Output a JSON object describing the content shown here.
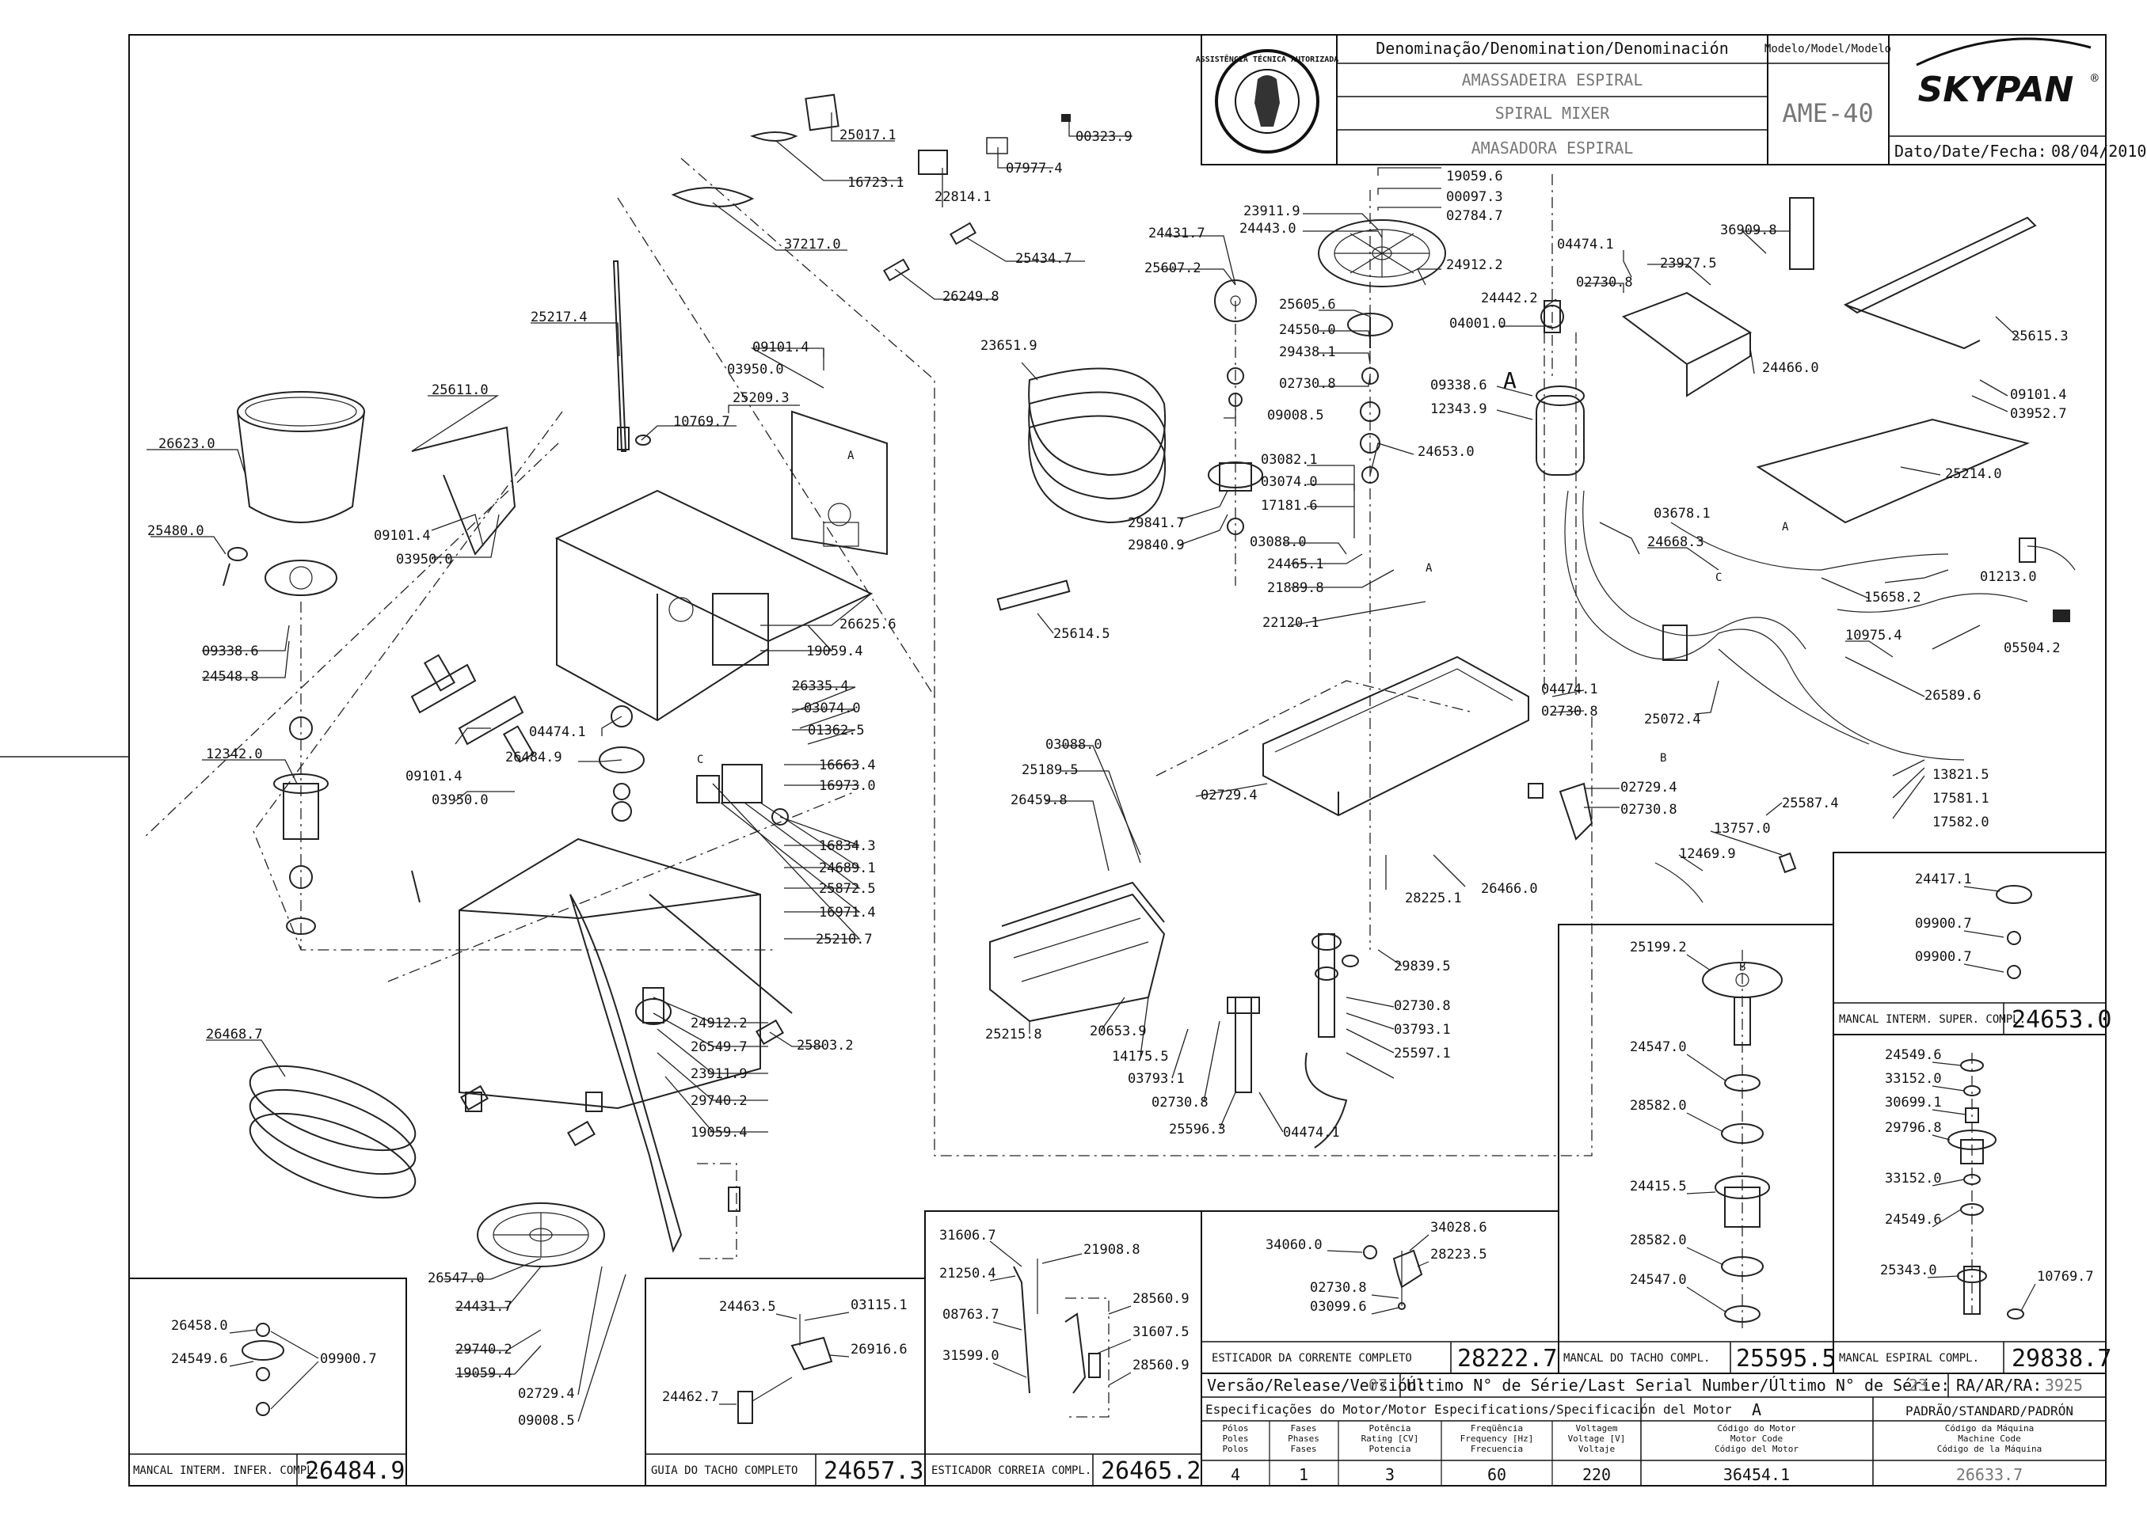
{
  "title_block": {
    "denomination_header": "Denominação/Denomination/Denominación",
    "name_pt": "AMASSADEIRA ESPIRAL",
    "name_en": "SPIRAL MIXER",
    "name_es": "AMASADORA ESPIRAL",
    "model_header": "Modelo/Model/Modelo",
    "model": "AME-40",
    "brand": "SKYPAN",
    "date_label": "Dato/Date/Fecha:",
    "date": "08/04/2010",
    "seal_text": "ASSISTÊNCIA TÉCNICA AUTORIZADA"
  },
  "parts": {
    "p1": "25017.1",
    "p2": "16723.1",
    "p3": "22814.1",
    "p4": "07977.4",
    "p5": "00323.9",
    "p6": "37217.0",
    "p7": "25434.7",
    "p8": "26249.8",
    "p9": "25217.4",
    "p10": "09101.4",
    "p11": "03950.0",
    "p12": "25209.3",
    "p13": "10769.7",
    "p14": "25611.0",
    "p15": "26623.0",
    "p16": "25480.0",
    "p17": "09101.4",
    "p18": "03950.0",
    "p19": "09338.6",
    "p20": "24548.8",
    "p21": "12342.0",
    "p22": "26625.6",
    "p23": "19059.4",
    "p24": "26335.4",
    "p25": "03074.0",
    "p26": "01362.5",
    "p27": "04474.1",
    "p28": "26484.9",
    "p29": "09101.4",
    "p30": "03950.0",
    "p31": "16663.4",
    "p32": "16973.0",
    "p33": "16834.3",
    "p34": "24689.1",
    "p35": "25872.5",
    "p36": "16971.4",
    "p37": "25210.7",
    "p38": "26468.7",
    "p39": "24912.2",
    "p40": "26549.7",
    "p41": "23911.9",
    "p42": "29740.2",
    "p43": "25803.2",
    "p44": "19059.4",
    "p45": "26547.0",
    "p46": "24431.7",
    "p47": "29740.2",
    "p48": "19059.4",
    "p49": "02729.4",
    "p50": "09008.5",
    "p51": "19059.6",
    "p52": "00097.3",
    "p53": "02784.7",
    "p54": "23911.9",
    "p55": "24443.0",
    "p56": "24431.7",
    "p57": "25607.2",
    "p58": "24912.2",
    "p59": "25605.6",
    "p60": "24550.0",
    "p61": "29438.1",
    "p62": "02730.8",
    "p63": "09008.5",
    "p64": "24653.0",
    "p65": "03082.1",
    "p66": "03074.0",
    "p67": "17181.6",
    "p68": "29841.7",
    "p69": "29840.9",
    "p70": "03088.0",
    "p71": "24465.1",
    "p72": "21889.8",
    "p73": "22120.1",
    "p74": "23651.9",
    "p75": "25614.5",
    "p76": "04474.1",
    "p77": "23927.5",
    "p78": "02730.8",
    "p79": "36909.8",
    "p80": "24442.2",
    "p81": "04001.0",
    "p82": "09338.6",
    "p83": "12343.9",
    "p84": "24466.0",
    "p85": "25615.3",
    "p86": "09101.4",
    "p87": "03952.7",
    "p88": "25214.0",
    "p89": "03678.1",
    "p90": "24668.3",
    "p91": "01213.0",
    "p92": "15658.2",
    "p93": "10975.4",
    "p94": "05504.2",
    "p95": "26589.6",
    "p96": "25072.4",
    "p97": "04474.1",
    "p98": "02730.8",
    "p99": "13821.5",
    "p100": "17581.1",
    "p101": "17582.0",
    "p102": "25587.4",
    "p103": "03088.0",
    "p104": "25189.5",
    "p105": "26459.8",
    "p106": "02729.4",
    "p107": "02729.4",
    "p108": "02730.8",
    "p109": "13757.0",
    "p110": "12469.9",
    "p111": "26466.0",
    "p112": "28225.1",
    "p113": "29839.5",
    "p114": "25215.8",
    "p115": "20653.9",
    "p116": "14175.5",
    "p117": "03793.1",
    "p118": "02730.8",
    "p119": "25596.3",
    "p120": "02730.8",
    "p121": "03793.1",
    "p122": "25597.1",
    "p123": "04474.1"
  },
  "markers": {
    "a_big": "A",
    "a_small1": "A",
    "a_small2": "A",
    "a_small3": "A",
    "c1": "C",
    "c2": "C",
    "b1": "B",
    "b2": "B"
  },
  "sub_assemblies": {
    "mancal_super": {
      "title": "MANCAL INTERM. SUPER. COMPL.",
      "code": "24653.0",
      "parts": [
        "24417.1",
        "09900.7",
        "09900.7"
      ]
    },
    "mancal_espiral": {
      "title": "MANCAL ESPIRAL COMPL.",
      "code": "29838.7",
      "parts": [
        "24549.6",
        "33152.0",
        "30699.1",
        "29796.8",
        "33152.0",
        "24549.6",
        "25343.0",
        "10769.7"
      ]
    },
    "mancal_tacho": {
      "title": "MANCAL DO TACHO COMPL.",
      "code": "25595.5",
      "parts": [
        "25199.2",
        "24547.0",
        "28582.0",
        "24415.5",
        "28582.0",
        "24547.0"
      ]
    },
    "esticador_corrente": {
      "title": "ESTICADOR DA CORRENTE COMPLETO",
      "code": "28222.7",
      "parts": [
        "34060.0",
        "34028.6",
        "28223.5",
        "02730.8",
        "03099.6"
      ]
    },
    "esticador_correia": {
      "title": "ESTICADOR CORREIA COMPL.",
      "code": "26465.2",
      "parts": [
        "31606.7",
        "21908.8",
        "21250.4",
        "28560.9",
        "08763.7",
        "31607.5",
        "31599.0",
        "28560.9"
      ]
    },
    "guia_tacho": {
      "title": "GUIA DO TACHO COMPLETO",
      "code": "24657.3",
      "parts": [
        "24463.5",
        "03115.1",
        "26916.6",
        "24462.7"
      ]
    },
    "mancal_infer": {
      "title": "MANCAL INTERM. INFER. COMPL.",
      "code": "26484.9",
      "parts": [
        "26458.0",
        "24549.6",
        "09900.7"
      ]
    }
  },
  "release": {
    "version_label": "Versão/Release/Versión:",
    "version": "07",
    "serial_label": "Último N° de Série/Last Serial Number/Último N° de Série:",
    "serial": "23",
    "ra_label": "RA/AR/RA:",
    "ra": "3925"
  },
  "motor_specs": {
    "header": "Especificações do Motor/Motor Especifications/Specificación del Motor",
    "marker": "A",
    "standard": "PADRÃO/STANDARD/PADRÓN",
    "cols": [
      {
        "h1": "Pólos",
        "h2": "Poles",
        "h3": "Polos",
        "value": "4"
      },
      {
        "h1": "Fases",
        "h2": "Phases",
        "h3": "Fases",
        "value": "1"
      },
      {
        "h1": "Potência",
        "h2": "Rating [CV]",
        "h3": "Potencia",
        "value": "3"
      },
      {
        "h1": "Freqüência",
        "h2": "Frequency [Hz]",
        "h3": "Frecuencia",
        "value": "60"
      },
      {
        "h1": "Voltagem",
        "h2": "Voltage [V]",
        "h3": "Voltaje",
        "value": "220"
      },
      {
        "h1": "Código do Motor",
        "h2": "Motor Code",
        "h3": "Código del Motor",
        "value": "36454.1"
      },
      {
        "h1": "Código da Máquina",
        "h2": "Machine Code",
        "h3": "Código de la Máquina",
        "value": "26633.7"
      }
    ]
  }
}
